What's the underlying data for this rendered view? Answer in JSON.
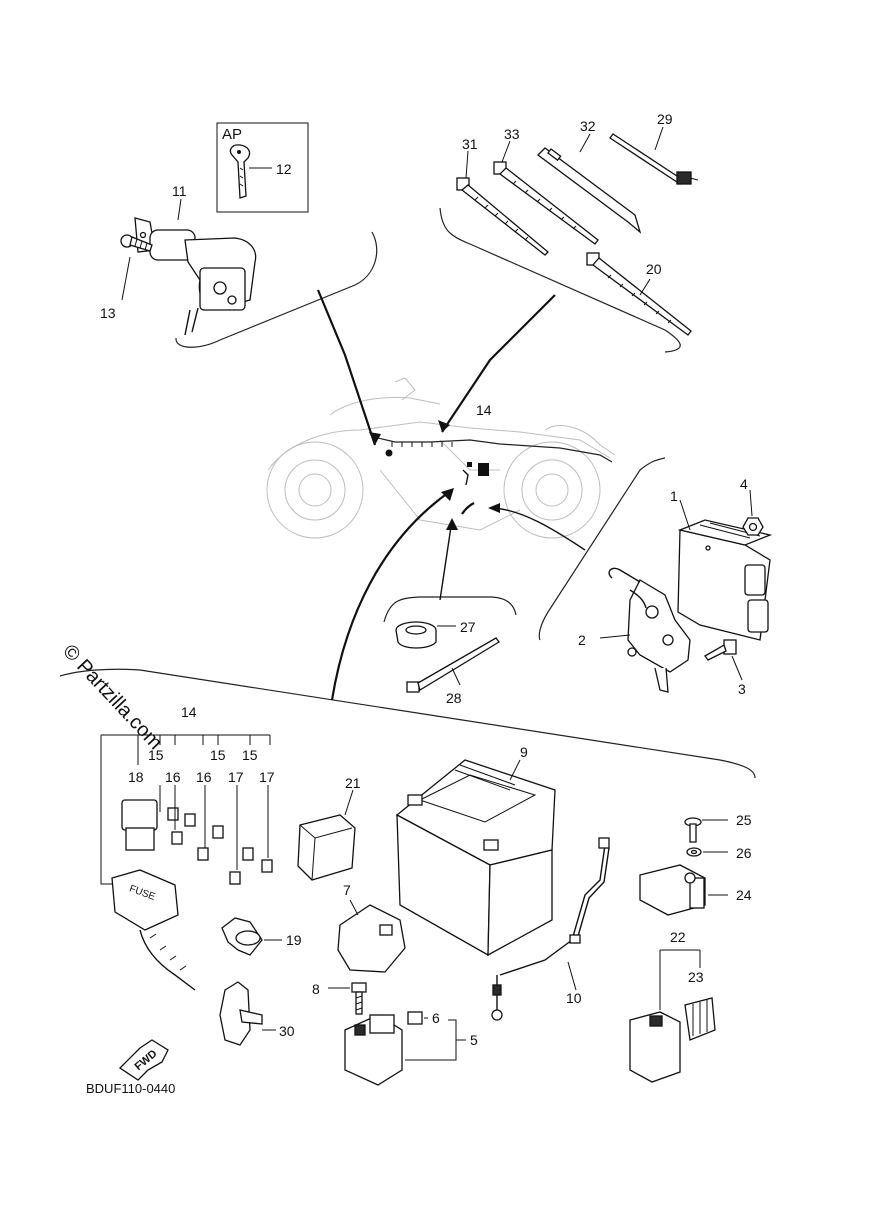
{
  "diagram": {
    "code": "BDUF110-0440",
    "watermark": "© Partzilla.com",
    "ap_box_label": "AP",
    "fwd_label": "FWD",
    "fuse_label": "FUSE",
    "callouts": {
      "c1": "1",
      "c2": "2",
      "c3": "3",
      "c4": "4",
      "c5": "5",
      "c6": "6",
      "c7": "7",
      "c8": "8",
      "c9": "9",
      "c10": "10",
      "c11": "11",
      "c12": "12",
      "c13": "13",
      "c14_bike": "14",
      "c14_fuse": "14",
      "c15a": "15",
      "c15b": "15",
      "c15c": "15",
      "c16a": "16",
      "c16b": "16",
      "c17a": "17",
      "c17b": "17",
      "c18": "18",
      "c19": "19",
      "c20": "20",
      "c21": "21",
      "c22": "22",
      "c23": "23",
      "c24": "24",
      "c25": "25",
      "c26": "26",
      "c27": "27",
      "c28": "28",
      "c29": "29",
      "c30": "30",
      "c31": "31",
      "c32": "32",
      "c33": "33"
    }
  }
}
